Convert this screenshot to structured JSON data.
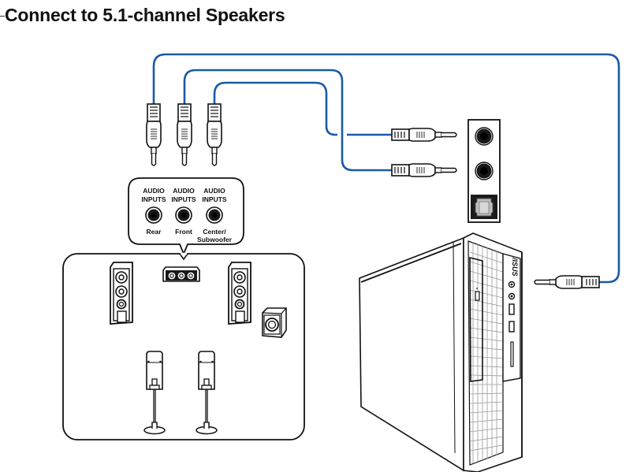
{
  "title": "Connect to 5.1-channel Speakers",
  "colors": {
    "cable": "#1b5aa6",
    "line": "#111111",
    "jack": "#1a1a1a",
    "grille": "#9a9a9a"
  },
  "receiver_panel": {
    "inputs": [
      {
        "line1": "AUDIO",
        "line2": "INPUTS",
        "channel": "Rear",
        "channel2": ""
      },
      {
        "line1": "AUDIO",
        "line2": "INPUTS",
        "channel": "Front",
        "channel2": ""
      },
      {
        "line1": "AUDIO",
        "line2": "INPUTS",
        "channel": "Center/",
        "channel2": "Subwoofer"
      }
    ]
  },
  "speaker_layout": {
    "speakers": [
      "front-left",
      "center",
      "front-right",
      "subwoofer",
      "rear-left",
      "rear-right"
    ]
  },
  "pc_audio_panel": {
    "ports": [
      "audio-jack-upper",
      "audio-jack-lower",
      "optical-spdif"
    ]
  },
  "computer": {
    "brand_logo": "/ISUS"
  },
  "icons": {
    "plug": "3.5mm-audio-plug",
    "jack": "audio-jack",
    "speaker": "tower-speaker",
    "subwoofer": "subwoofer-box",
    "satellite": "satellite-speaker-on-stand"
  }
}
